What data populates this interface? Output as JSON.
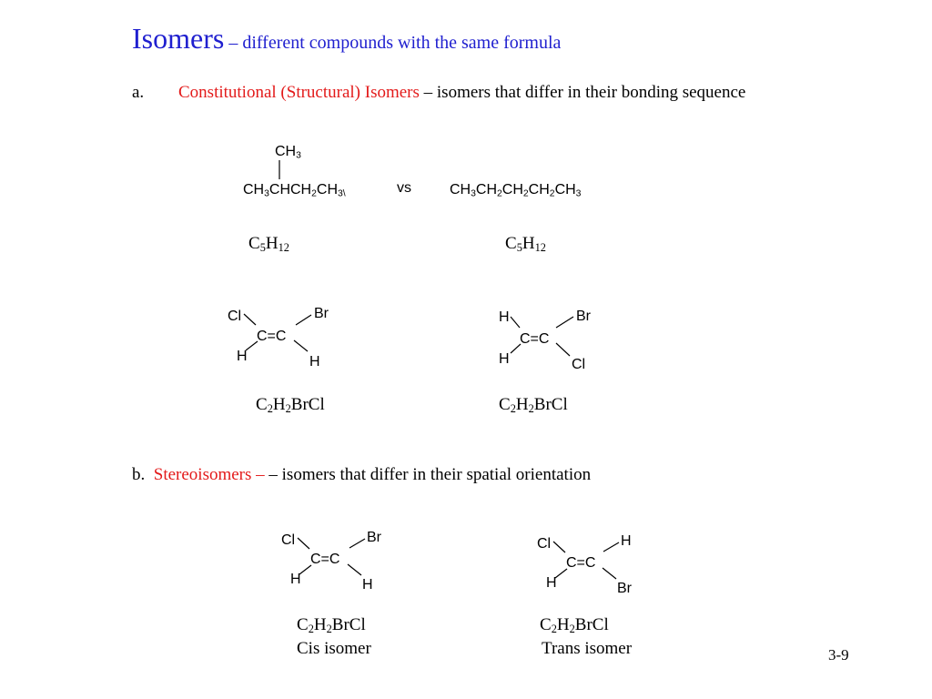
{
  "title": {
    "word": "Isomers",
    "rest": " – different compounds with the same formula"
  },
  "section_a": {
    "marker": "a.",
    "term": "Constitutional (Structural) Isomers",
    "definition": " – isomers that differ in their bonding sequence",
    "branched": {
      "top": "CH",
      "top_sub": "3",
      "parts": [
        {
          "t": "CH",
          "s": "3"
        },
        {
          "t": "CHCH",
          "s": "2"
        },
        {
          "t": "CH",
          "s": "3\\"
        }
      ]
    },
    "vs": "vs",
    "linear": {
      "parts": [
        {
          "t": "CH",
          "s": "3"
        },
        {
          "t": "CH",
          "s": "2"
        },
        {
          "t": "CH",
          "s": "2"
        },
        {
          "t": "CH",
          "s": "2"
        },
        {
          "t": "CH",
          "s": "3"
        }
      ]
    },
    "formula_left": {
      "a": "C",
      "a_sub": "5",
      "b": "H",
      "b_sub": "12"
    },
    "formula_right": {
      "a": "C",
      "a_sub": "5",
      "b": "H",
      "b_sub": "12"
    },
    "alkene_left": {
      "tl": "Cl",
      "tr": "Br",
      "center": "C=C",
      "bl": "H",
      "br": "H"
    },
    "alkene_right": {
      "tl": "H",
      "tr": "Br",
      "center": "C=C",
      "bl": "H",
      "br": "Cl"
    },
    "alkene_formula_left": {
      "a": "C",
      "a_sub": "2",
      "b": "H",
      "b_sub": "2",
      "c": "BrCl"
    },
    "alkene_formula_right": {
      "a": "C",
      "a_sub": "2",
      "b": "H",
      "b_sub": "2",
      "c": "BrCl"
    }
  },
  "section_b": {
    "marker": "b.",
    "term": "Stereoisomers",
    "definition": " – isomers that differ in their spatial orientation",
    "cis": {
      "tl": "Cl",
      "tr": "Br",
      "center": "C=C",
      "bl": "H",
      "br": "H"
    },
    "trans": {
      "tl": "Cl",
      "tr": "H",
      "center": "C=C",
      "bl": "H",
      "br": "Br"
    },
    "cis_formula": {
      "a": "C",
      "a_sub": "2",
      "b": "H",
      "b_sub": "2",
      "c": "BrCl"
    },
    "trans_formula": {
      "a": "C",
      "a_sub": "2",
      "b": "H",
      "b_sub": "2",
      "c": "BrCl"
    },
    "cis_label": "Cis isomer",
    "trans_label": "Trans isomer"
  },
  "slide_number": "3-9",
  "colors": {
    "title": "#1f1fcf",
    "term": "#e31a1a",
    "text": "#000000"
  }
}
